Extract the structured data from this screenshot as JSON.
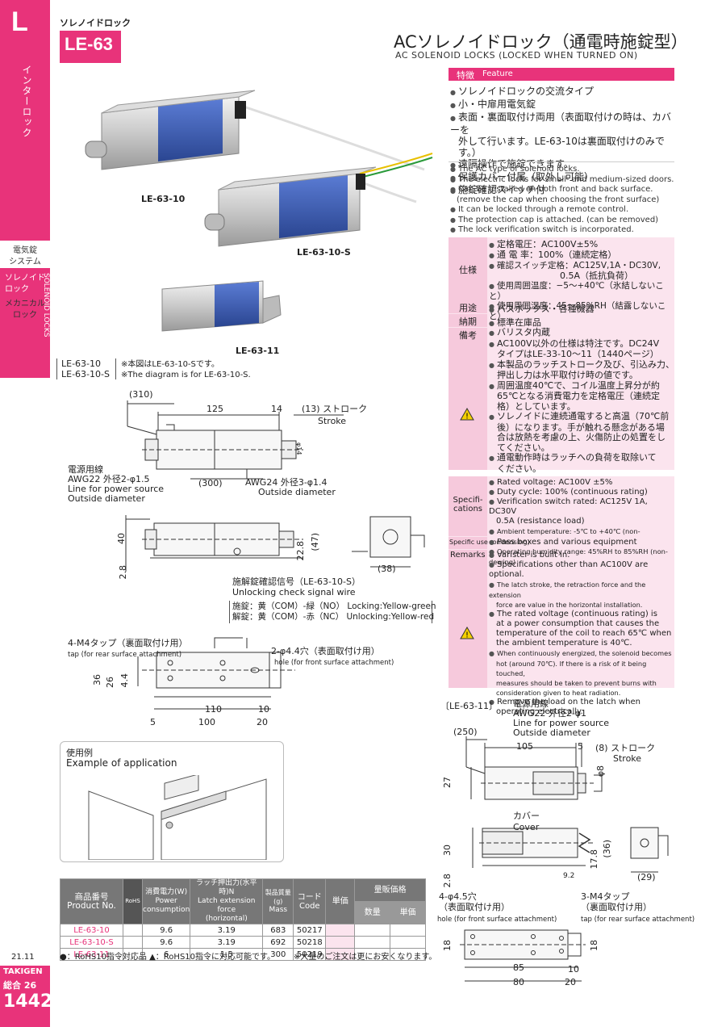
{
  "sidebar": {
    "letter": "L",
    "category": "インターロック",
    "menu": [
      "電気錠",
      "システム"
    ],
    "active": [
      "ソレノイド",
      "ロック"
    ],
    "menu2": [
      "メカニカル",
      "ロック"
    ],
    "active_en": "SOLENOID LOCKS",
    "version": "21.11",
    "brand": "TAKIGEN",
    "catalog": "総合 26",
    "page": "1442"
  },
  "header": {
    "category_jp": "ソレノイドロック",
    "model": "LE-63",
    "title_jp": "ACソレノイドロック（通電時施錠型）",
    "title_en": "AC SOLENOID LOCKS (LOCKED WHEN TURNED ON)"
  },
  "photos": {
    "label1": "LE-63-10",
    "label2": "LE-63-10-S",
    "label3": "LE-63-11"
  },
  "feature": {
    "heading_jp": "特徴",
    "heading_en": "Feature",
    "items_jp": [
      "ソレノイドロックの交流タイプ",
      "小・中扉用電気錠",
      "表面・裏面取付け両用（表面取付けの時は、カバーを",
      "外して行います。LE-63-10は裏面取付けのみです。）",
      "遠隔操作で施錠できます。",
      "保護カバー付属（取外し可能）",
      "施錠確認スイッチ付"
    ],
    "items_en": [
      "The AC type of solenoid locks.",
      "The electric locks for small- and medium-sized doors.",
      "Can be installed on both front and back surface.",
      "(remove the cap when choosing the front surface)",
      "It can be locked through a remote control.",
      "The protection cap is attached. (can be removed)",
      "The lock verification switch is incorporated."
    ]
  },
  "spec_jp": {
    "spec_label": "仕様",
    "spec_items": [
      "定格電圧：AC100V±5%",
      "通 電 率：100%（連続定格）",
      "確認スイッチ定格：AC125V,1A・DC30V,",
      "0.5A（抵抗負荷）",
      "使用周囲温度：−5〜+40℃（氷結しないこと）",
      "使用周囲湿度：45〜85%RH（結露しないこと）"
    ],
    "use_label": "用途",
    "use": "パスボックス・各種機器",
    "delivery_label": "納期",
    "delivery": "標準在庫品",
    "remarks_label": "備考",
    "remarks": [
      "バリスタ内蔵",
      "AC100V以外の仕様は特注です。DC24V",
      "タイプはLE-33-10〜11（1440ページ）",
      "本製品のラッチストローク及び、引込み力、",
      "押出し力は水平取付け時の値です。",
      "周囲温度40℃で、コイル温度上昇分が約",
      "65℃となる消費電力を定格電圧（連続定",
      "格）としています。",
      "ソレノイドに連続通電すると高温（70℃前",
      "後）になります。手が触れる懸念がある場",
      "合は放熱を考慮の上、火傷防止の処置をし",
      "てください。",
      "通電動作時はラッチへの負荷を取除いて",
      "ください。"
    ]
  },
  "spec_en": {
    "spec_label": "Specifi-cations",
    "spec_items": [
      "Rated voltage: AC100V ±5%",
      "Duty cycle: 100% (continuous rating)",
      "Verification switch rated: AC125V 1A, DC30V",
      "0.5A (resistance load)",
      "Ambient temperature: -5℃ to +40℃ (non-condensing)",
      "Operating humidity range: 45%RH to 85%RH (non-dewing)"
    ],
    "use_label": "Specific use",
    "use": "Pass boxes and various equipment",
    "remarks_label": "Remarks",
    "remarks": [
      "Varister is built in.",
      "Specifications other than AC100V are optional.",
      "The latch stroke, the retraction force and the extension",
      "force are value in the horizontal installation.",
      "The rated voltage (continuous rating) is",
      "at a power consumption that causes the",
      "temperature of the coil to reach 65℃ when",
      "the ambient temperature is 40℃.",
      "When continuously energized, the solenoid becomes",
      "hot (around 70℃). If there is a risk of it being touched,",
      "measures should be taken to prevent burns with",
      "consideration given to heat radiation.",
      "Remove the load on the latch when",
      "operating electrically."
    ]
  },
  "drawing_left": {
    "note_models": [
      "LE-63-10",
      "LE-63-10-S"
    ],
    "note_jp": "※本図はLE-63-10-Sです。",
    "note_en": "※The diagram is for LE-63-10-S.",
    "d310": "(310)",
    "d125": "125",
    "d14": "14",
    "stroke_jp": "(13) ストローク",
    "stroke_en": "Stroke",
    "phi14": "φ14",
    "power_jp": "電源用線",
    "power_awg": "AWG22 外径2-φ1.5",
    "power_en1": "Line for power source",
    "power_en2": "Outside diameter",
    "d300": "(300)",
    "awg24": "AWG24 外径3-φ1.4",
    "awg24_en": "Outside diameter",
    "d40": "40",
    "d228": "22.8",
    "d47": "(47)",
    "d28": "2.8",
    "d38": "(38)",
    "unlock_jp": "施解錠確認信号（LE-63-10-S）",
    "unlock_en": "Unlocking check signal wire",
    "lock_row": "施錠：黄（COM）-緑（NO） Locking:Yellow-green",
    "unlock_row": "解錠：黄（COM）-赤（NC） Unlocking:Yellow-red",
    "tap_jp": "4-M4タップ（裏面取付け用）",
    "tap_en": "tap (for rear surface attachment)",
    "hole_jp": "2-φ4.4穴（表面取付け用）",
    "hole_en": "hole (for front surface attachment)",
    "d36": "36",
    "d26": "26",
    "d44": "4.4",
    "d110": "110",
    "d10": "10",
    "d5": "5",
    "d100": "100",
    "d20": "20"
  },
  "application": {
    "title_jp": "使用例",
    "title_en": "Example of application"
  },
  "drawing_right": {
    "title": "〔LE-63-11〕",
    "power_jp": "電源用線",
    "power_awg": "AWG22 外径2-φ1",
    "power_en1": "Line for power source",
    "power_en2": "Outside diameter",
    "d250": "(250)",
    "d105": "105",
    "d5": "5",
    "stroke_jp": "(8) ストローク",
    "stroke_en": "Stroke",
    "phi8": "φ8",
    "d27": "27",
    "cover_jp": "カバー",
    "cover_en": "Cover",
    "d30": "30",
    "d178": "17.8",
    "d36": "(36)",
    "d92": "9.2",
    "d28": "2.8",
    "d29": "(29)",
    "hole_jp": "4-φ4.5穴",
    "hole_jp2": "（表面取付け用）",
    "hole_en": "hole (for front surface attachment)",
    "tap_jp": "3-M4タップ",
    "tap_jp2": "（裏面取付け用）",
    "tap_en": "tap (for rear surface attachment)",
    "d18a": "18",
    "d18b": "18",
    "d85": "85",
    "d10": "10",
    "d80": "80",
    "d20": "20"
  },
  "table": {
    "h_part_jp": "商品番号",
    "h_part_en": "Product No.",
    "h_rohs": "RoHS",
    "h_power_jp": "消費電力(W)",
    "h_power_en1": "Power",
    "h_power_en2": "consumption",
    "h_latch_jp": "ラッチ押出力(水平時)N",
    "h_latch_en1": "Latch extension force",
    "h_latch_en2": "(horizontal)",
    "h_mass_jp": "製品質量(g)",
    "h_mass_en": "Mass",
    "h_code_jp": "コード",
    "h_code_en": "Code",
    "h_price": "単価",
    "h_bulk": "量販価格",
    "h_qty": "数量",
    "h_unit": "単価",
    "rows": [
      {
        "pn": "LE-63-10",
        "power": "9.6",
        "force": "3.19",
        "mass": "683",
        "code": "50217"
      },
      {
        "pn": "LE-63-10-S",
        "power": "9.6",
        "force": "3.19",
        "mass": "692",
        "code": "50218"
      },
      {
        "pn": "LE-63-11",
        "power": "6",
        "force": "1.5",
        "mass": "300",
        "code": "50219"
      }
    ],
    "foot1": "●：RoHS10指令対応品 ▲：RoHS10指令に対応可能です。",
    "foot2": "※大量のご注文は更にお安くなります。"
  },
  "colors": {
    "accent": "#e8337a",
    "accent_light": "#fbe4ee"
  }
}
